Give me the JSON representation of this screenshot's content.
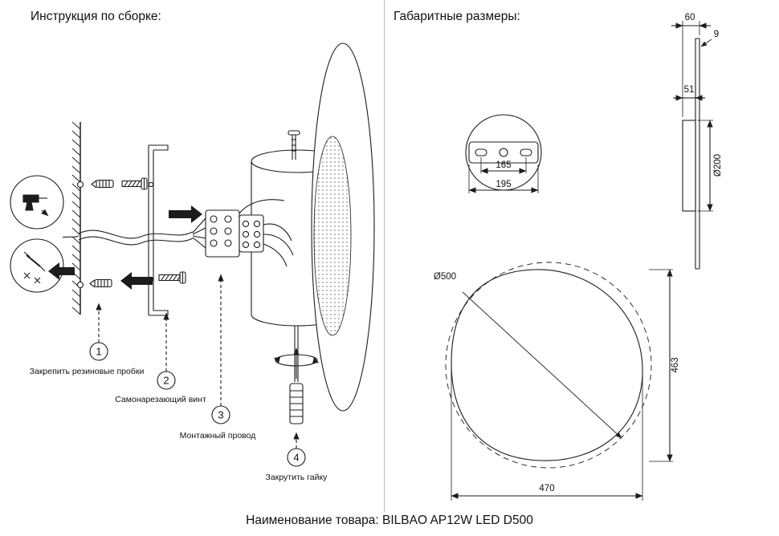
{
  "page": {
    "assembly_title": "Инструкция по сборке:",
    "dimensions_title": "Габаритные размеры:",
    "product_name": "Наименование товара: BILBAO AP12W LED D500"
  },
  "assembly": {
    "steps": [
      {
        "num": "1",
        "label": "Закрепить резиновые пробки"
      },
      {
        "num": "2",
        "label": "Самонарезающий винт"
      },
      {
        "num": "3",
        "label": "Монтажный провод"
      },
      {
        "num": "4",
        "label": "Закрутить гайку"
      }
    ]
  },
  "dimensions": {
    "bracket_slot_distance": "165",
    "bracket_width": "195",
    "depth_total": "60",
    "panel_thickness": "9",
    "mount_depth": "51",
    "plate_diameter": "Ø200",
    "lamp_diameter": "Ø500",
    "lamp_height": "463",
    "lamp_width": "470"
  },
  "colors": {
    "line": "#1c1c1c",
    "background": "#ffffff"
  }
}
